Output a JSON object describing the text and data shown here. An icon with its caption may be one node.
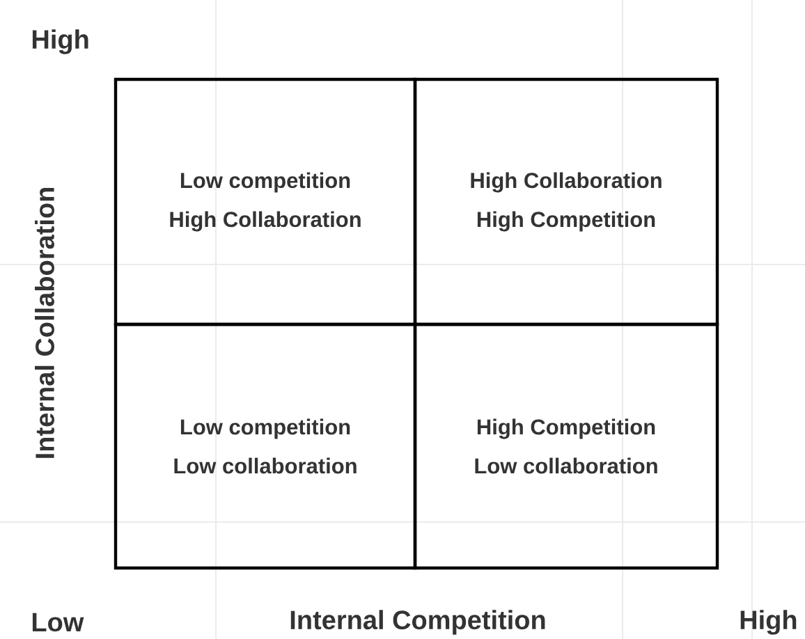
{
  "diagram": {
    "nodes": [
      {
        "text": [
          "Low competition",
          "High Collaboration"
        ]
      },
      {
        "text": [
          "High Collaboration",
          "High Competition"
        ]
      },
      {
        "text": [
          "Low competition",
          "Low collaboration"
        ]
      },
      {
        "text": [
          "High Competition",
          "Low collaboration"
        ]
      }
    ],
    "labels": [
      "High",
      "Internal Collaboration",
      "Low",
      "Internal Competition",
      "High"
    ]
  }
}
